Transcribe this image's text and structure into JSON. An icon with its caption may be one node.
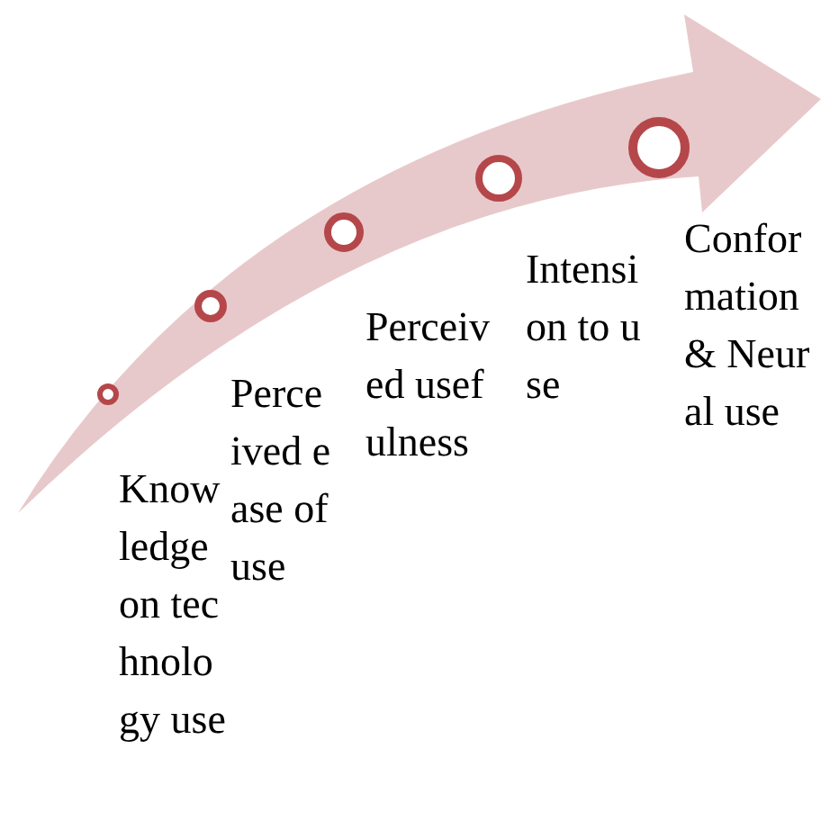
{
  "diagram": {
    "nodes": [
      {
        "text": [],
        "shape": "circle",
        "beside": [
          "Knowledge on technology use"
        ]
      },
      {
        "text": [],
        "shape": "circle",
        "beside": [
          "Perceived ease of use"
        ]
      },
      {
        "text": [],
        "shape": "circle",
        "beside": [
          "Perceived usefulness"
        ]
      },
      {
        "text": [],
        "shape": "circle",
        "beside": [
          "Intension to use"
        ]
      },
      {
        "text": [],
        "shape": "circle",
        "beside": [
          "Conformation & Neural use"
        ]
      }
    ]
  }
}
